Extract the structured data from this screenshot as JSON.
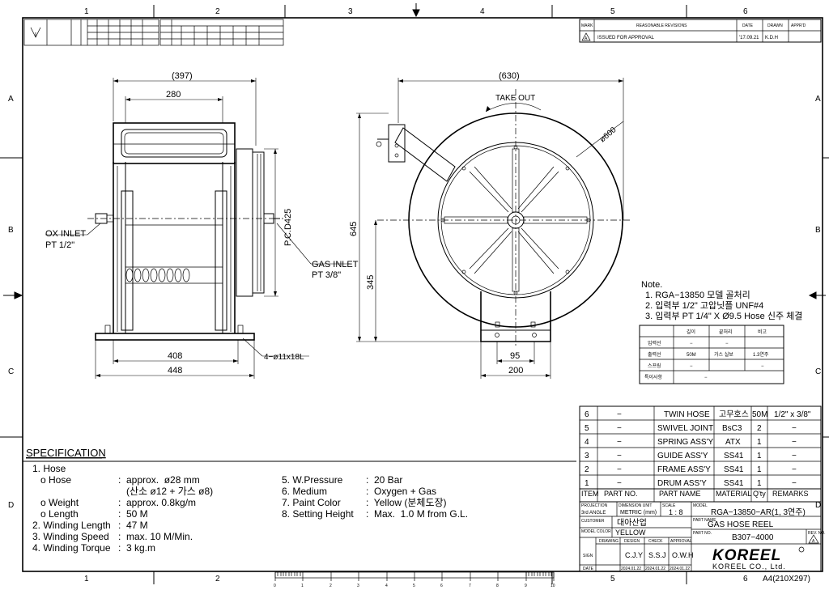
{
  "border": {
    "zone_cols": [
      "1",
      "2",
      "3",
      "4",
      "5",
      "6"
    ],
    "zone_rows": [
      "A",
      "B",
      "C",
      "D"
    ]
  },
  "revisions": {
    "headers": {
      "mark": "MARK",
      "desc": "REASONABLE REVISIONS",
      "date": "DATE",
      "drawn": "DRAWN",
      "approved": "APPR'D"
    },
    "rows": [
      {
        "mark": "A",
        "desc": "ISSUED FOR APPROVAL",
        "date": "'17.09.21",
        "drawn": "K.D.H",
        "approved": ""
      }
    ]
  },
  "side_view": {
    "dim_overall_width": "(397)",
    "dim_top": "280",
    "dim_base_inner": "408",
    "dim_base_outer": "448",
    "holes": "4−ø11x18L",
    "pcd": "P.C.D425",
    "ox_inlet": [
      "OX INLET",
      "PT 1/2\""
    ],
    "gas_inlet": [
      "GAS INLET",
      "PT 3/8\""
    ]
  },
  "front_view": {
    "dim_width": "(630)",
    "take_out": "TAKE OUT",
    "diameter": "ø600",
    "dim_height": "645",
    "dim_center": "345",
    "dim_bolt": "95",
    "dim_base": "200"
  },
  "note": {
    "title": "Note.",
    "lines": [
      "1. RGA−13850 모델 골처리",
      "2. 입력부 1/2\" 고압닛플 UNF#4",
      "3. 입력부 PT 1/4\" X Ø9.5 Hose 신주 체결"
    ],
    "table_headers": [
      "길이",
      "끝처리",
      "비고"
    ],
    "table_rows": [
      [
        "입력선",
        "−",
        "−",
        ""
      ],
      [
        "출력선",
        "50M",
        "가스 실보",
        "1.3연주"
      ],
      [
        "스프링",
        "−",
        "",
        "−"
      ],
      [
        "특이사항",
        "−",
        "",
        ""
      ]
    ]
  },
  "specification": {
    "title": "SPECIFICATION",
    "left": [
      {
        "label": "1. Hose",
        "value": ""
      },
      {
        "label": "   o Hose",
        "value": ":  approx.  ø28 mm"
      },
      {
        "label": "",
        "value": "   (산소 ø12 + 가스 ø8)"
      },
      {
        "label": "   o Weight",
        "value": ":  approx. 0.8kg/m"
      },
      {
        "label": "   o Length",
        "value": ":  50 M"
      },
      {
        "label": "2. Winding Length",
        "value": ":  47 M"
      },
      {
        "label": "3. Winding Speed",
        "value": ":  max. 10 M/Min."
      },
      {
        "label": "4. Winding Torque",
        "value": ":  3 kg.m"
      }
    ],
    "right": [
      {
        "label": "5. W.Pressure",
        "value": ":  20 Bar"
      },
      {
        "label": "6. Medium",
        "value": ":  Oxygen + Gas"
      },
      {
        "label": "7. Paint Color",
        "value": ":  Yellow (분체도장)"
      },
      {
        "label": "8. Setting Height",
        "value": ":  Max.  1.0 M from G.L."
      }
    ]
  },
  "bom": {
    "headers": [
      "ITEM",
      "PART NO.",
      "PART NAME",
      "MATERIAL",
      "Q'ty",
      "REMARKS"
    ],
    "rows": [
      [
        "6",
        "−",
        "TWIN HOSE",
        "고무호스",
        "50M",
        "1/2\" x 3/8\""
      ],
      [
        "5",
        "−",
        "SWIVEL JOINT",
        "BsC3",
        "2",
        "−"
      ],
      [
        "4",
        "−",
        "SPRING ASS'Y",
        "ATX",
        "1",
        "−"
      ],
      [
        "3",
        "−",
        "GUIDE ASS'Y",
        "SS41",
        "1",
        "−"
      ],
      [
        "2",
        "−",
        "FRAME ASS'Y",
        "SS41",
        "1",
        "−"
      ],
      [
        "1",
        "−",
        "DRUM ASS'Y",
        "SS41",
        "1",
        "−"
      ]
    ]
  },
  "title_block": {
    "projection_label": "PROJECTION",
    "projection": "3rd ANGLE",
    "dimension_label": "DIMENSION UNIT",
    "dimension": "METRIC (mm)",
    "scale_label": "SCALE",
    "scale": "1 : 8",
    "model_label": "MODEL",
    "model": "RGA−13850−AR(1, 3연주)",
    "customer_label": "CUSTOMER",
    "customer": "대아산업",
    "part_name_label": "PART NAME",
    "part_name": "GAS HOSE REEL",
    "model_color_label": "MODEL COLOR",
    "model_color": "YELLOW",
    "part_no_label": "PART NO.",
    "part_no": "B307−4000",
    "rev_label": "REV. NO.",
    "rev": "A",
    "sign_headers": [
      "DRAWING",
      "DESIGN",
      "CHECK",
      "APPROVAL"
    ],
    "sign_label": "SIGN",
    "signs": [
      "",
      "C.J.Y",
      "S.S.J",
      "O.W.H"
    ],
    "date_label": "DATE",
    "dates": [
      "",
      "2024.01.22",
      "2024.01.22",
      "2024.01.22"
    ],
    "logo": "KOREEL",
    "company": "KOREEL CO., Ltd.",
    "sheet_size": "A4(210X297)"
  },
  "scale_bar": [
    "0",
    "1",
    "2",
    "3",
    "4",
    "5",
    "6",
    "7",
    "8",
    "9",
    "10"
  ]
}
